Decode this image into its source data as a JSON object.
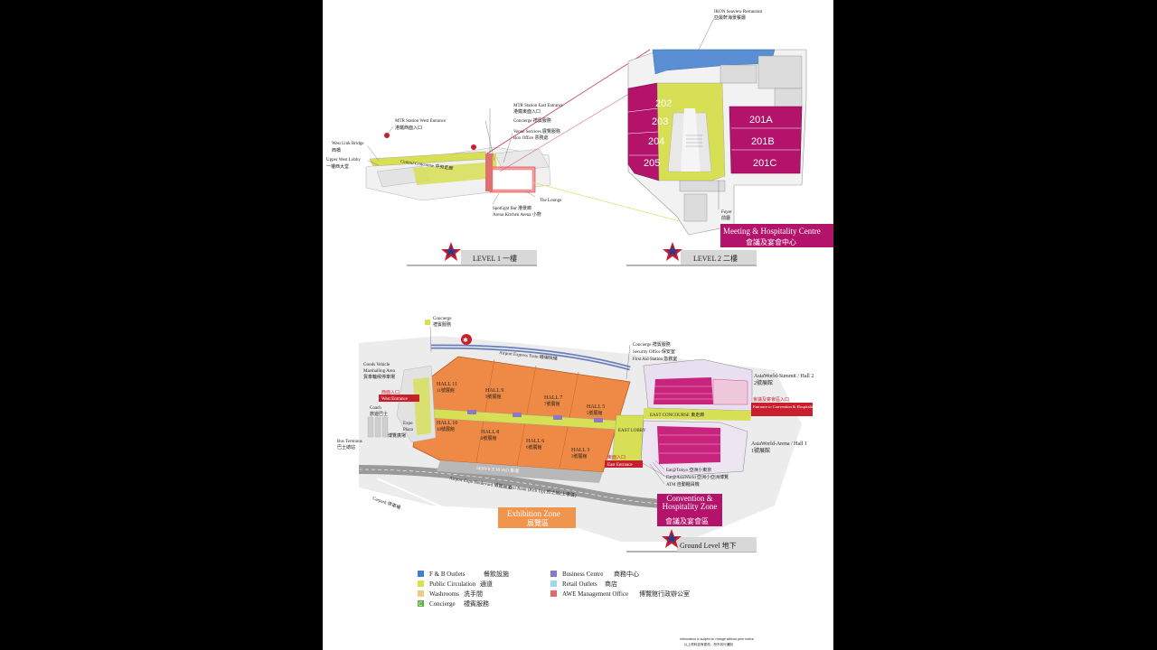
{
  "level1": {
    "title": "LEVEL 1  一樓",
    "labels": {
      "mtr_west": "MTR Station West Entrance",
      "mtr_west_zh": "港鐵西面入口",
      "west_link": "West Link Bridge",
      "west_link_zh": "西橋",
      "upper_west": "Upper West Lobby",
      "upper_west_zh": "一樓西大堂",
      "central": "Central Concourse  中央走廊",
      "mtr_east": "MTR Station East Entrance",
      "mtr_east_zh": "港鐵東面入口",
      "concierge": "Concierge  禮賓服務",
      "venue": "Venue Services  展覽服務",
      "box": "Box Office  票務處",
      "lounge": "The Lounge",
      "spotlight": "Spotlight Bar  港景廊",
      "arena_kitchen": "Arena Kitchen  Arena 小廚"
    }
  },
  "level2": {
    "title": "LEVEL 2  二樓",
    "ikon": "IKON Seaview Restaurant",
    "ikon_zh": "亞最軒海景餐廳",
    "rooms_left": [
      "202",
      "203",
      "204",
      "205"
    ],
    "rooms_right": [
      "201A",
      "201B",
      "201C"
    ],
    "foyer": "Foyer",
    "foyer_zh": "前廳",
    "mhc": "Meeting  & Hospitality Centre",
    "mhc_zh": "會議及宴會中心"
  },
  "ground": {
    "title": "Ground Level  地下",
    "concierge_top": "Concierge",
    "concierge_top_zh": "禮賓服務",
    "airport_train": "Airport Express Train 機場快綫",
    "goods": [
      "Goods Vehicle",
      "Marshalling Area",
      "貨車輪候停車場"
    ],
    "west_entrance_zh": "西面入口",
    "west_entrance": "West Entrance",
    "coach": "Coach",
    "coach_zh": "旅遊巴士",
    "bus": "Bus Terminus",
    "bus_zh": "巴士總站",
    "expo_plaza": [
      "Expo",
      "Plaza",
      "博覽廣場"
    ],
    "carpark": "Carpark 停車場",
    "service_road": "SERVICE ROAD 車道",
    "boulevard": "Airport Expo Boulevard 博覽館道",
    "taxi": "Taxi Rank (Pick Up) 的士站(上客區)",
    "halls": [
      {
        "name": "HALL 11",
        "zh": "11號展館"
      },
      {
        "name": "HALL 9",
        "zh": "9號展館"
      },
      {
        "name": "HALL 7",
        "zh": "7號展館"
      },
      {
        "name": "HALL 5",
        "zh": "5號展館"
      },
      {
        "name": "HALL 10",
        "zh": "10號展館"
      },
      {
        "name": "HALL 8",
        "zh": "8號展館"
      },
      {
        "name": "HALL 6",
        "zh": "6號展館"
      },
      {
        "name": "HALL 3",
        "zh": "3號展館"
      }
    ],
    "east_lobby": "EAST LOBBY",
    "east_entrance": "East Entrance",
    "east_entrance_zh": "東面入口",
    "east_concourse": "EAST CONCOURSE 東走廊",
    "concierge_east": "Concierge 禮賓服務",
    "security": "Security Office 保安室",
    "first_aid": "First Aid Station 急救室",
    "hall2": "AsiaWorld-Summit / Hall 2",
    "hall2_zh": "2號展館",
    "hall1": "AsiaWorld-Arena / Hall 1",
    "hall1_zh": "1號展館",
    "convention_entrance_zh": "會議及宴會區入口",
    "convention_entrance": "Entrance to Convention & Hospitality Zone",
    "eat_tokyo": "Eat@Tokyo  亞洲小東京",
    "eat_asia": "Eat@AsiaWorld  亞洲小亞洲博覽",
    "atm": "ATM 自動櫃員機",
    "exhibition_zone": "Exhibition Zone",
    "exhibition_zone_zh": "展覽區",
    "convention_zone": "Convention & Hospitality Zone",
    "convention_zone_zh": "會議及宴會區"
  },
  "legend": [
    {
      "label": "F & B Outlets",
      "zh": "餐飲設施",
      "color": "#3f7fd0"
    },
    {
      "label": "Public Circulation",
      "zh": "通道",
      "color": "#d8e04a"
    },
    {
      "label": "Washrooms",
      "zh": "洗手間",
      "color": "#f0c98a"
    },
    {
      "label": "Concierge",
      "zh": "禮賓服務",
      "color": "#5dae44"
    },
    {
      "label": "Business Centre",
      "zh": "商務中心",
      "color": "#8a79c8"
    },
    {
      "label": "Retail Outlets",
      "zh": "商店",
      "color": "#9fd6ea"
    },
    {
      "label": "AWE Management Office",
      "zh": "博覽館行政辦公室",
      "color": "#e06a6a"
    }
  ],
  "footnote": "Information is subject to change without prior notice",
  "footnote_zh": "以上資料如有更改，恕不另行通知",
  "colors": {
    "magenta": "#b3136b",
    "orange": "#f0944e",
    "hall_orange": "#ee8a45",
    "yellow": "#d7df55",
    "blue": "#5a8fd4",
    "red": "#c81f2d"
  }
}
